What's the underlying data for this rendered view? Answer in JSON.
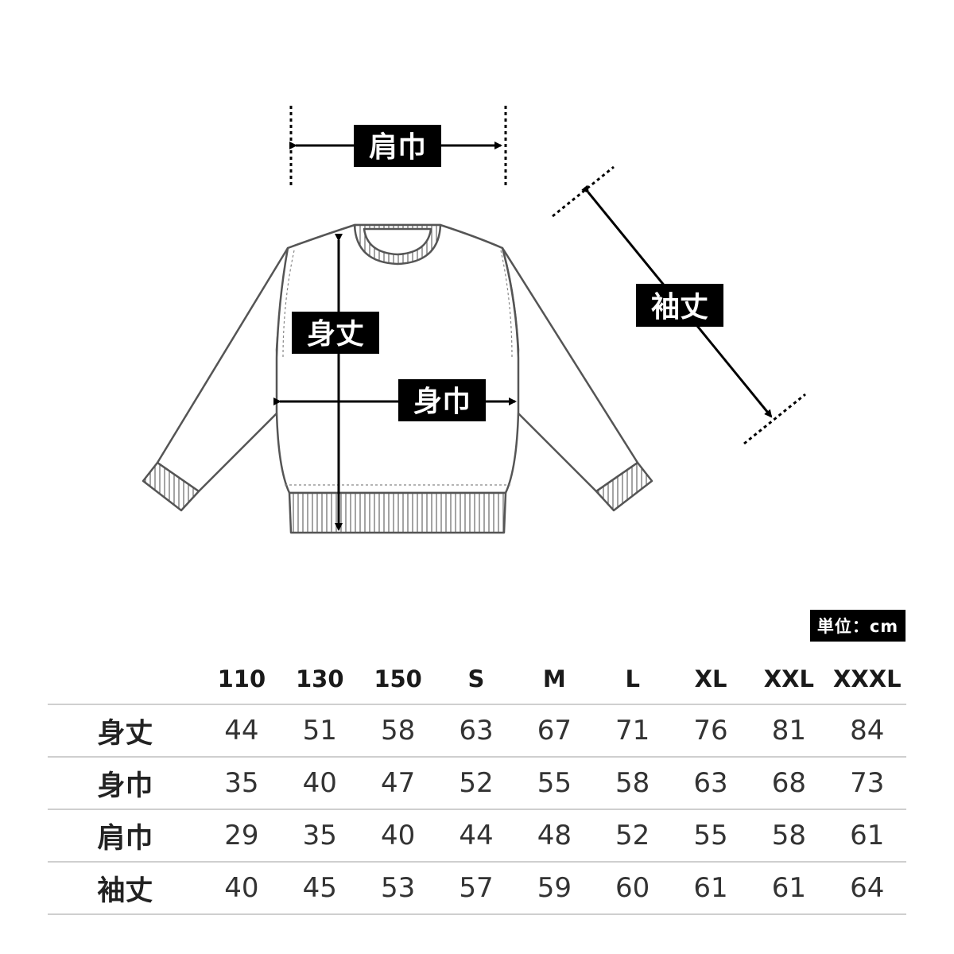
{
  "diagram": {
    "labels": {
      "shoulder": "肩巾",
      "sleeve": "袖丈",
      "length": "身丈",
      "width": "身巾"
    }
  },
  "unit_label": "単位：cm",
  "table": {
    "columns": [
      "110",
      "130",
      "150",
      "S",
      "M",
      "L",
      "XL",
      "XXL",
      "XXXL"
    ],
    "rows": [
      {
        "label": "身丈",
        "values": [
          "44",
          "51",
          "58",
          "63",
          "67",
          "71",
          "76",
          "81",
          "84"
        ]
      },
      {
        "label": "身巾",
        "values": [
          "35",
          "40",
          "47",
          "52",
          "55",
          "58",
          "63",
          "68",
          "73"
        ]
      },
      {
        "label": "肩巾",
        "values": [
          "29",
          "35",
          "40",
          "44",
          "48",
          "52",
          "55",
          "58",
          "61"
        ]
      },
      {
        "label": "袖丈",
        "values": [
          "40",
          "45",
          "53",
          "57",
          "59",
          "60",
          "61",
          "61",
          "64"
        ]
      }
    ]
  }
}
